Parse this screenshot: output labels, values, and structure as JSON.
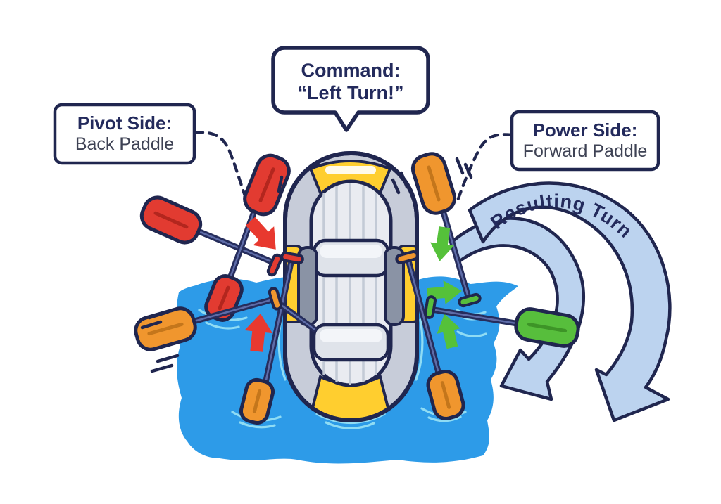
{
  "diagram": {
    "command_bubble": {
      "line1": "Command:",
      "line2": "“Left Turn!”"
    },
    "pivot_label": {
      "title": "Pivot Side:",
      "subtitle": "Back Paddle"
    },
    "power_label": {
      "title": "Power Side:",
      "subtitle": "Forward Paddle"
    },
    "turn_arrow_label": "Resulting Turn"
  },
  "colors": {
    "outline_navy": "#20264F",
    "text_navy": "#232A5C",
    "text_gray": "#3E4254",
    "water_blue": "#2D9BE8",
    "ripple_cyan": "#8FDCF4",
    "raft_tube_gray": "#C7CCD9",
    "raft_floor_gray": "#E9EBF1",
    "raft_pad_gray": "#8A93A5",
    "raft_yellow": "#FFCE2F",
    "paddle_red": "#E23B31",
    "paddle_orange": "#F0962E",
    "paddle_green": "#57BE3C",
    "arrow_red": "#E8392F",
    "arrow_green": "#55C13A",
    "turn_band_blue": "#BCD3EF",
    "shaft_navy": "#262D5C"
  }
}
